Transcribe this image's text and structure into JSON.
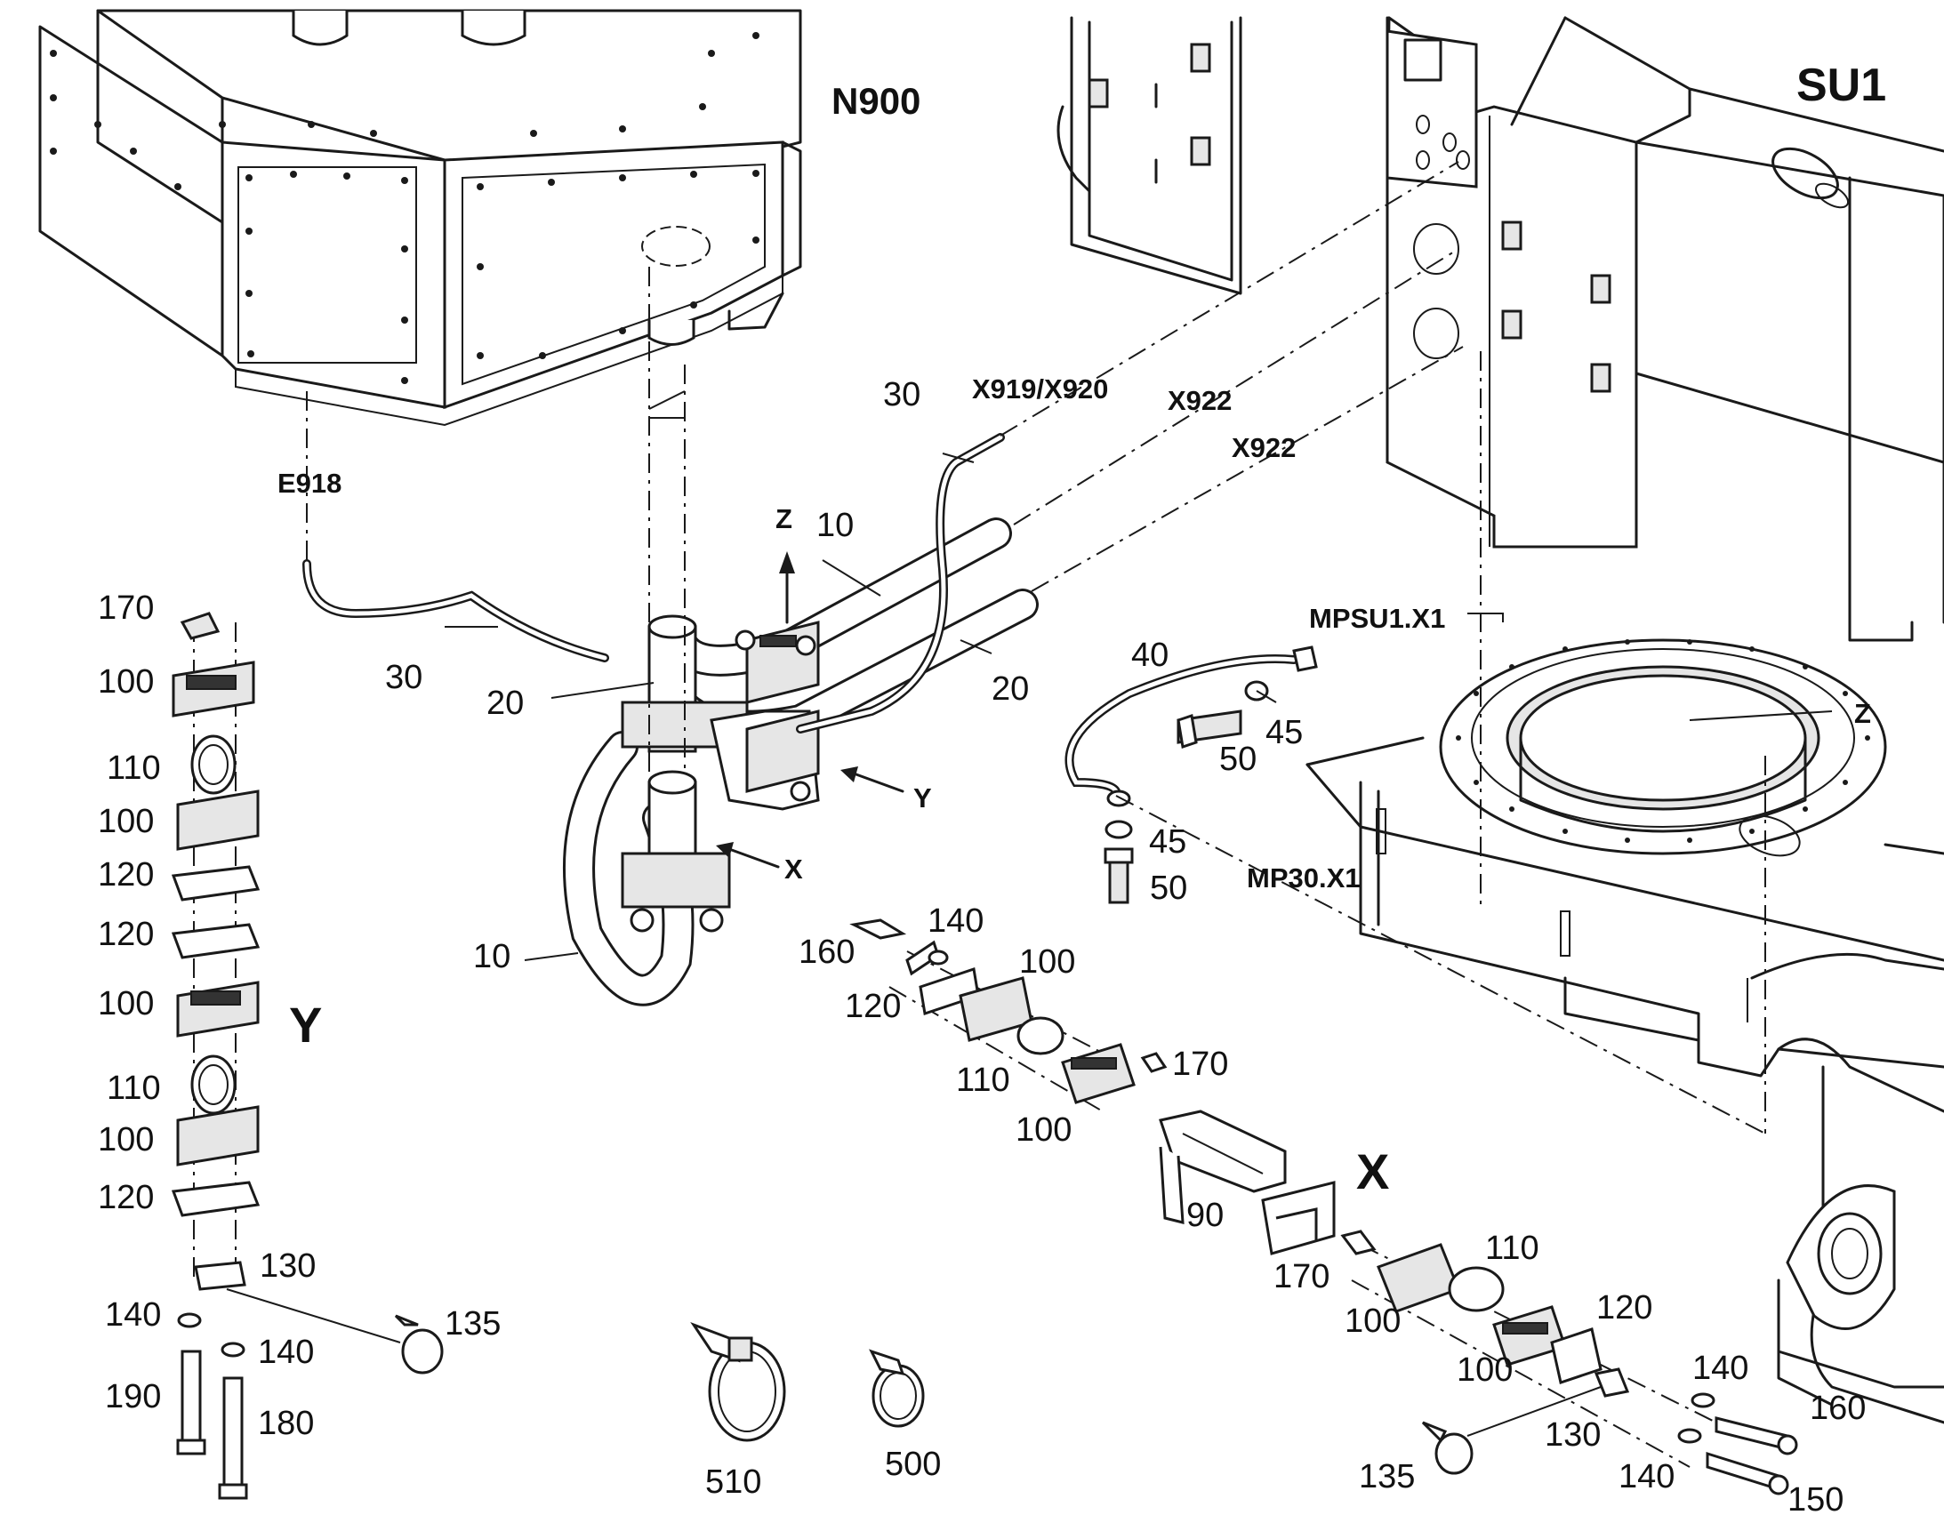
{
  "assemblies": {
    "turntable": "N900",
    "superstructure": "SU1",
    "detail_y": "Y",
    "detail_x": "X"
  },
  "connectors": {
    "e918": "E918",
    "x919_x920": "X919/X920",
    "x922_a": "X922",
    "x922_b": "X922",
    "mpsu1": "MPSU1.X1",
    "mp30": "MP30.X1",
    "z_arrow": "Z",
    "z_ref": "Z",
    "x_arrow": "X",
    "y_arrow": "Y"
  },
  "items": {
    "i10_a": "10",
    "i10_b": "10",
    "i20_a": "20",
    "i20_b": "20",
    "i30_a": "30",
    "i30_b": "30",
    "i40": "40",
    "i45_a": "45",
    "i45_b": "45",
    "i50_a": "50",
    "i50_b": "50",
    "i90": "90",
    "y_170": "170",
    "y_100_a": "100",
    "y_110_a": "110",
    "y_100_b": "100",
    "y_120_a": "120",
    "y_120_b": "120",
    "y_100_c": "100",
    "y_110_b": "110",
    "y_100_d": "100",
    "y_120_c": "120",
    "y_130": "130",
    "y_135": "135",
    "y_140_a": "140",
    "y_140_b": "140",
    "y_190": "190",
    "y_180": "180",
    "m_160": "160",
    "m_140": "140",
    "m_100_a": "100",
    "m_120": "120",
    "m_110": "110",
    "m_170": "170",
    "m_100_b": "100",
    "x_170": "170",
    "x_110": "110",
    "x_100_a": "100",
    "x_120": "120",
    "x_100_b": "100",
    "x_140_a": "140",
    "x_160": "160",
    "x_130": "130",
    "x_135": "135",
    "x_140_b": "140",
    "x_150": "150",
    "i510": "510",
    "i500": "500"
  }
}
